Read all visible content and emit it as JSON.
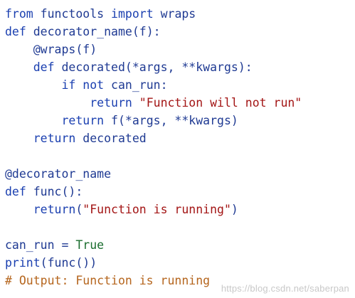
{
  "code": {
    "lines": [
      [
        {
          "t": "from",
          "k": "kw"
        },
        {
          "t": " functools ",
          "k": "name"
        },
        {
          "t": "import",
          "k": "kw"
        },
        {
          "t": " wraps",
          "k": "name"
        }
      ],
      [
        {
          "t": "def",
          "k": "kw"
        },
        {
          "t": " decorator_name(f):",
          "k": "name"
        }
      ],
      [
        {
          "t": "    @wraps(f)",
          "k": "deco"
        }
      ],
      [
        {
          "t": "    ",
          "k": "name"
        },
        {
          "t": "def",
          "k": "kw"
        },
        {
          "t": " decorated(*args, **kwargs):",
          "k": "name"
        }
      ],
      [
        {
          "t": "        ",
          "k": "name"
        },
        {
          "t": "if",
          "k": "kw"
        },
        {
          "t": " ",
          "k": "name"
        },
        {
          "t": "not",
          "k": "kw"
        },
        {
          "t": " can_run:",
          "k": "name"
        }
      ],
      [
        {
          "t": "            ",
          "k": "name"
        },
        {
          "t": "return",
          "k": "kw"
        },
        {
          "t": " ",
          "k": "name"
        },
        {
          "t": "\"Function will not run\"",
          "k": "str"
        }
      ],
      [
        {
          "t": "        ",
          "k": "name"
        },
        {
          "t": "return",
          "k": "kw"
        },
        {
          "t": " f(*args, **kwargs)",
          "k": "name"
        }
      ],
      [
        {
          "t": "    ",
          "k": "name"
        },
        {
          "t": "return",
          "k": "kw"
        },
        {
          "t": " decorated",
          "k": "name"
        }
      ],
      [],
      [
        {
          "t": "@decorator_name",
          "k": "deco"
        }
      ],
      [
        {
          "t": "def",
          "k": "kw"
        },
        {
          "t": " func():",
          "k": "name"
        }
      ],
      [
        {
          "t": "    ",
          "k": "name"
        },
        {
          "t": "return",
          "k": "kw"
        },
        {
          "t": "(",
          "k": "name"
        },
        {
          "t": "\"Function is running\"",
          "k": "str"
        },
        {
          "t": ")",
          "k": "name"
        }
      ],
      [],
      [
        {
          "t": "can_run = ",
          "k": "name"
        },
        {
          "t": "True",
          "k": "const"
        }
      ],
      [
        {
          "t": "print",
          "k": "kw"
        },
        {
          "t": "(func())",
          "k": "name"
        }
      ],
      [
        {
          "t": "# Output: Function is running",
          "k": "comment"
        }
      ]
    ]
  },
  "watermark": "https://blog.csdn.net/saberpan",
  "colors": {
    "keyword": "#1a3fb0",
    "name": "#1f3a93",
    "string": "#a31515",
    "constant": "#1a6d2e",
    "comment": "#b5651d",
    "background": "#ffffff",
    "watermark": "#c8c8c8"
  }
}
